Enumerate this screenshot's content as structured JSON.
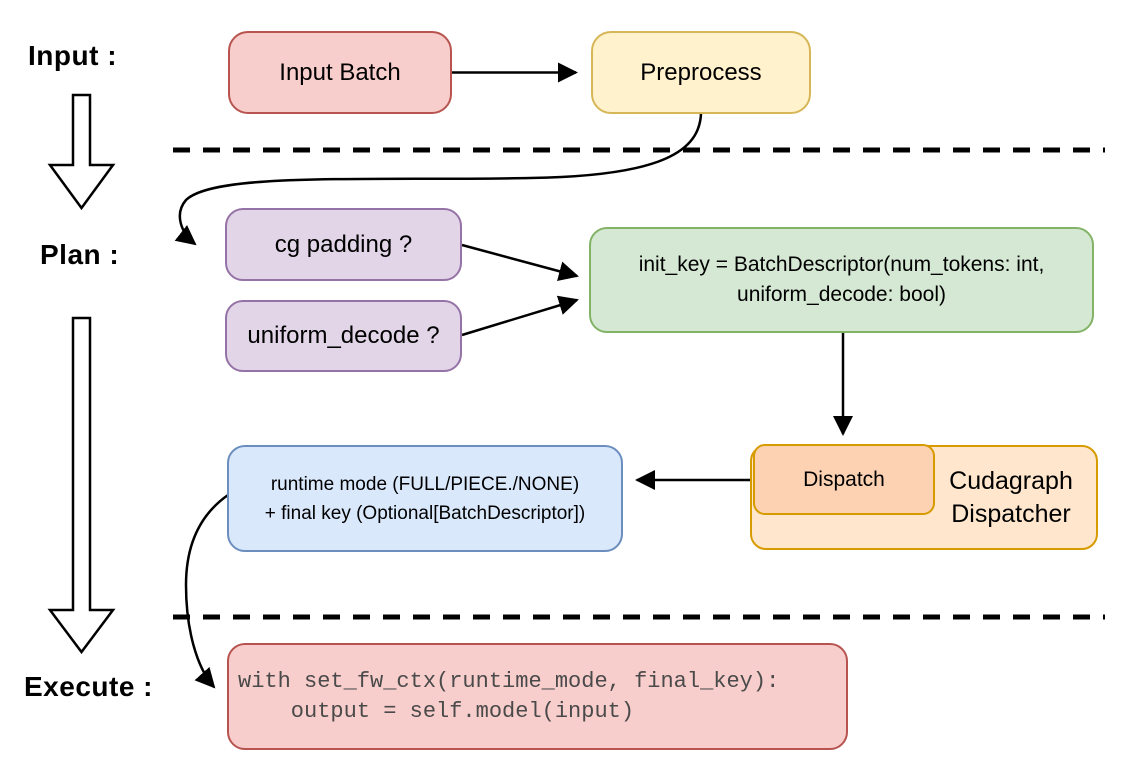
{
  "sections": {
    "input_label": "Input :",
    "plan_label": "Plan :",
    "execute_label": "Execute :"
  },
  "nodes": {
    "input_batch": {
      "label": "Input Batch",
      "fill": "#F8CECC",
      "stroke": "#B85450"
    },
    "preprocess": {
      "label": "Preprocess",
      "fill": "#FFF2CC",
      "stroke": "#D6B656"
    },
    "cg_padding": {
      "label": "cg padding ?",
      "fill": "#E1D5E7",
      "stroke": "#9673A6"
    },
    "uniform_decode": {
      "label": "uniform_decode ?",
      "fill": "#E1D5E7",
      "stroke": "#9673A6"
    },
    "init_key": {
      "line1": "init_key = BatchDescriptor(num_tokens: int,",
      "line2": "uniform_decode: bool)",
      "fill": "#D5E8D4",
      "stroke": "#82B366"
    },
    "runtime_mode": {
      "line1": "runtime mode (FULL/PIECE./NONE)",
      "line2": "+ final key (Optional[BatchDescriptor])",
      "fill": "#DAE8FC",
      "stroke": "#6C8EBF"
    },
    "dispatch": {
      "label": "Dispatch",
      "fill": "#FCD2B2",
      "stroke": "#D79B00"
    },
    "cudagraph_dispatcher": {
      "line1": "Cudagraph",
      "line2": "Dispatcher",
      "fill": "#FFE6CC",
      "stroke": "#D79B00"
    },
    "execute_code": {
      "line1": "with set_fw_ctx(runtime_mode, final_key):",
      "line2": "    output = self.model(input)",
      "fill": "#F8CECC",
      "stroke": "#B85450"
    }
  }
}
